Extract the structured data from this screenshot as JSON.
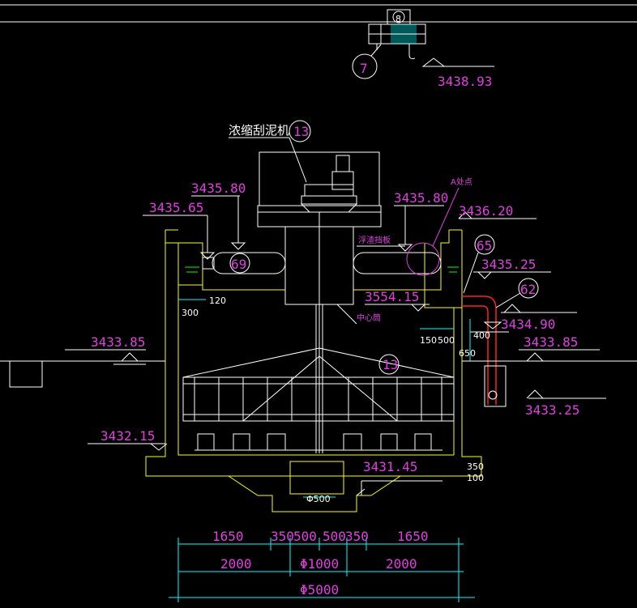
{
  "drawing": {
    "crane_no": "7",
    "crane_hook_no": "8",
    "thickener_label": "浓缩刮泥机",
    "thickener_no": "13",
    "rake_no": "13",
    "feed_no": "69",
    "outlet_no": "65",
    "pipe_no": "62",
    "baffle_label": "浮渣挡板",
    "center_label": "中心筒",
    "a_label": "A处点"
  },
  "elevations": {
    "crane": "3438.93",
    "top_left": "3435.80",
    "water_left": "3435.65",
    "top_right": "3435.80",
    "weir_top": "3436.20",
    "water_right": "3435.25",
    "center_bottom": "3554.15",
    "pipe_level": "3434.90",
    "ground_left": "3433.85",
    "ground_right": "3433.85",
    "pipe_bottom": "3433.25",
    "floor": "3432.15",
    "pit": "3431.45"
  },
  "dims": {
    "d120": "120",
    "d300": "300",
    "d150": "150",
    "d500a": "500",
    "d400": "400",
    "d650": "650",
    "d350v": "350",
    "d100": "100",
    "pit_dia": "Φ500",
    "row1": [
      "1650",
      "350",
      "500",
      "500",
      "350",
      "1650"
    ],
    "row2": [
      "2000",
      "Φ1000",
      "2000"
    ],
    "total": "Φ5000"
  },
  "colors": {
    "bg": "#000000",
    "line": "#ffffff",
    "struct": "#ffff00",
    "annot": "#e040e0",
    "dim": "#00ffff",
    "pipe": "#ff2020",
    "equipment": "#ffffff"
  }
}
